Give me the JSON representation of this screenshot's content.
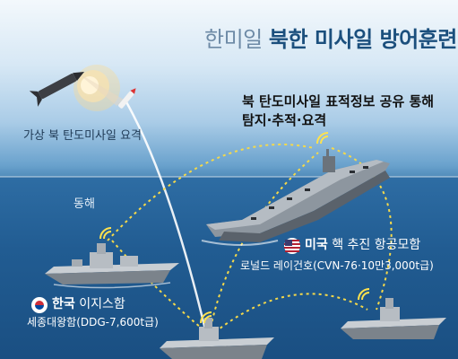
{
  "title": {
    "prefix": "한미일",
    "main": "북한 미사일 방어훈련"
  },
  "info": {
    "line1": "북 탄도미사일 표적정보 공유 통해",
    "line2": "탐지·추적·요격"
  },
  "missile": {
    "label": "가상 북 탄도미사일 요격"
  },
  "sea": {
    "label": "동해"
  },
  "korea": {
    "country": "한국",
    "type": "이지스함",
    "ship": "세종대왕함(DDG-7,600t급)",
    "flag_icon": "south-korea-flag-icon"
  },
  "usa": {
    "country": "미국",
    "type": "핵 추진 항공모함",
    "ship": "로널드 레이건호(CVN-76·10만3,000t급)",
    "flag_icon": "us-flag-icon"
  },
  "colors": {
    "link_line": "#f5d94a",
    "signal": "#ffe24d",
    "title": "#1b4f7d"
  }
}
